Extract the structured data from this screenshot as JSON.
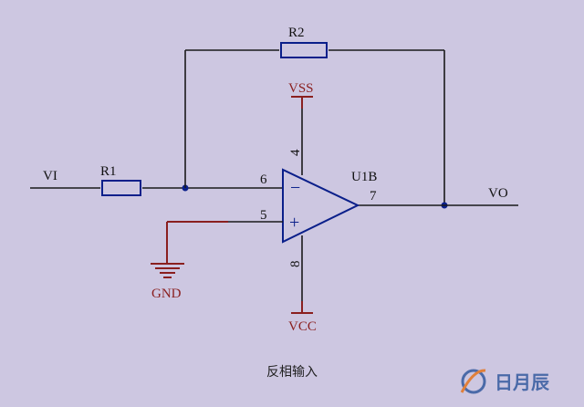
{
  "labels": {
    "input_net": "VI",
    "output_net": "VO",
    "r1": "R1",
    "r2": "R2",
    "opamp": "U1B",
    "vss": "VSS",
    "vcc": "VCC",
    "gnd": "GND",
    "minus": "−",
    "plus": "+"
  },
  "pins": {
    "inverting": "6",
    "noninverting": "5",
    "output": "7",
    "vss_pin": "4",
    "vcc_pin": "8"
  },
  "caption": "反相输入",
  "watermark": "日月辰",
  "colors": {
    "background": "#cdc7e1",
    "wire": "#1a1a1a",
    "component": "#0a1f8a",
    "power": "#8a1f1f"
  }
}
